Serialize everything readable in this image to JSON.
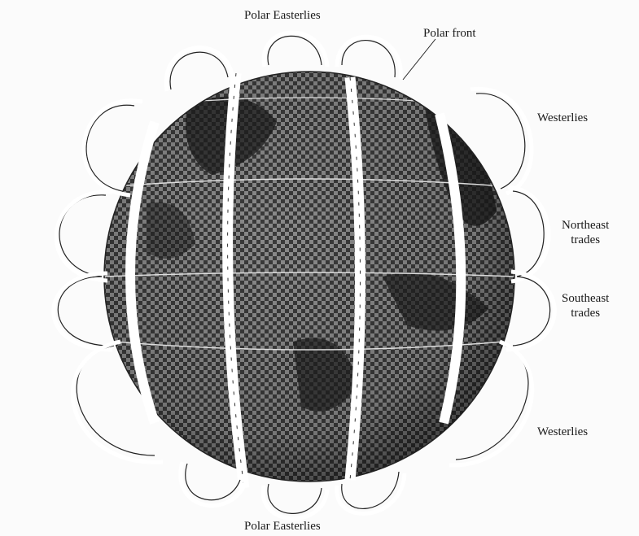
{
  "labels": {
    "polar_easterlies_top": "Polar Easterlies",
    "polar_front": "Polar front",
    "westerlies_top": "Westerlies",
    "northeast_trades_1": "Northeast",
    "northeast_trades_2": "trades",
    "southeast_trades_1": "Southeast",
    "southeast_trades_2": "trades",
    "westerlies_bottom": "Westerlies",
    "polar_easterlies_bottom": "Polar Easterlies"
  },
  "colors": {
    "background": "#fbfbfb",
    "globe_dark": "#2a2a2a",
    "globe_light": "#8a8a8a",
    "ribbon": "#ffffff",
    "ink": "#1a1a1a"
  }
}
